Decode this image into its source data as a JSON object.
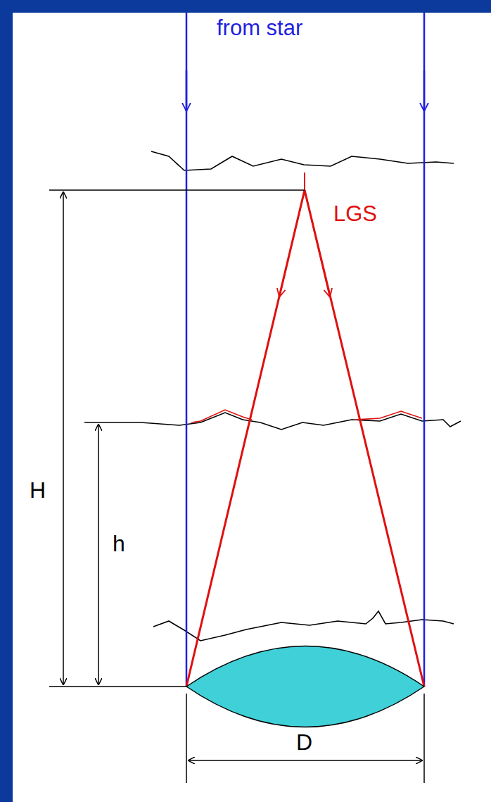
{
  "diagram": {
    "labels": [
      "from star",
      "LGS",
      "H",
      "h",
      "D"
    ]
  }
}
